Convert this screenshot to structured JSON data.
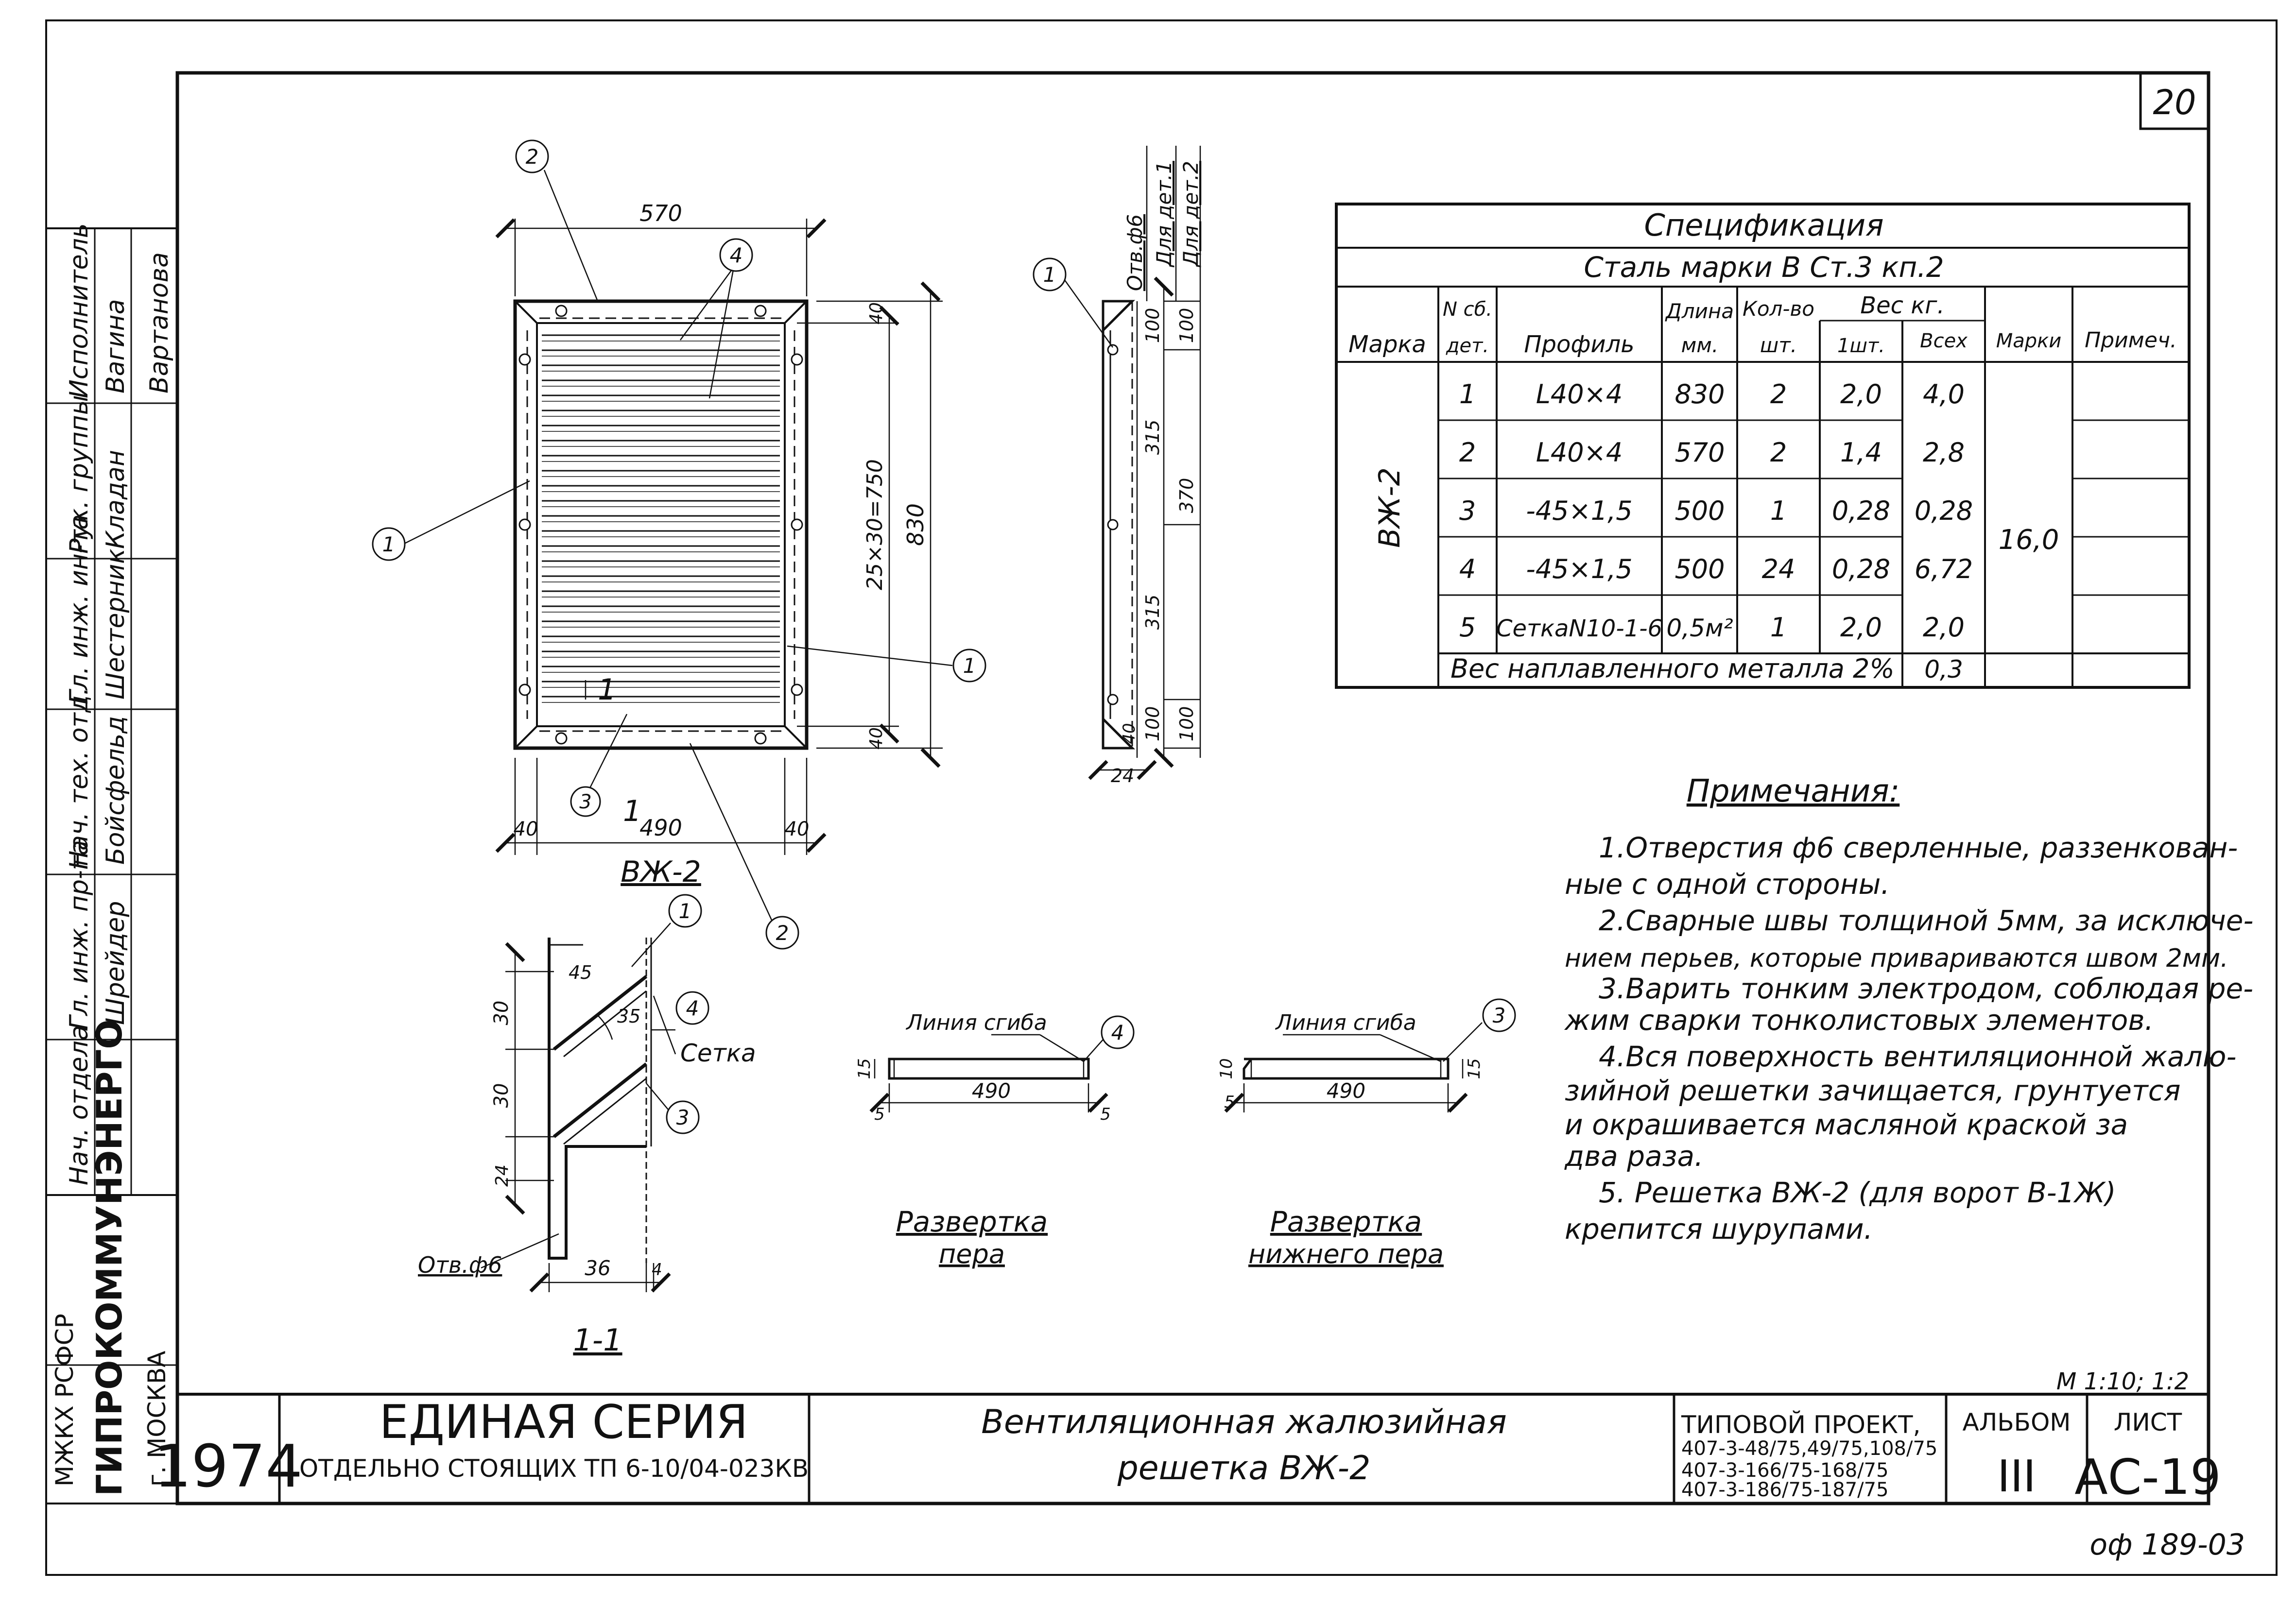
{
  "sheet_number": "20",
  "corner_code": "оф 189-03",
  "scale_note": "М 1:10; 1:2",
  "spec": {
    "title": "Спецификация",
    "subtitle": "Сталь марки В Ст.3 кп.2",
    "h_mark": "Марка",
    "h_no_1": "N сб.",
    "h_no_2": "дет.",
    "h_profile": "Профиль",
    "h_length_1": "Длина",
    "h_length_2": "мм.",
    "h_qty_1": "Кол-во",
    "h_qty_2": "шт.",
    "h_weight": "Вес кг.",
    "h_w1": "1шт.",
    "h_wall": "Всех",
    "h_wmark": "Марки",
    "h_note": "Примеч.",
    "mark": "ВЖ-2",
    "mark_weight": "16,0",
    "rows": [
      {
        "no": "1",
        "profile": "L40×4",
        "length": "830",
        "qty": "2",
        "w1": "2,0",
        "wall": "4,0"
      },
      {
        "no": "2",
        "profile": "L40×4",
        "length": "570",
        "qty": "2",
        "w1": "1,4",
        "wall": "2,8"
      },
      {
        "no": "3",
        "profile": "-45×1,5",
        "length": "500",
        "qty": "1",
        "w1": "0,28",
        "wall": "0,28"
      },
      {
        "no": "4",
        "profile": "-45×1,5",
        "length": "500",
        "qty": "24",
        "w1": "0,28",
        "wall": "6,72"
      },
      {
        "no": "5",
        "profile": "СеткаN10-1-6",
        "length": "0,5м²",
        "qty": "1",
        "w1": "2,0",
        "wall": "2,0"
      }
    ],
    "weld_label": "Вес наплавленного металла 2%",
    "weld_value": "0,3"
  },
  "notes": {
    "title": "Примечания:",
    "lines": [
      "1.Отверстия ф6 сверленные, раззенкован-",
      "ные с одной стороны.",
      "2.Сварные швы толщиной 5мм, за исключе-",
      "нием перьев, которые привариваются швом 2мм.",
      "3.Варить тонким электродом, соблюдая ре-",
      "жим сварки тонколистовых элементов.",
      "4.Вся поверхность вентиляционной жалю-",
      "зийной решетки зачищается, грунтуется",
      "и окрашивается масляной краской за",
      "два раза.",
      "5. Решетка ВЖ-2 (для ворот В-1Ж)",
      "крепится шурупами."
    ]
  },
  "drawing_main": {
    "caption": "ВЖ-2",
    "dim_width": "570",
    "dim_height": "830",
    "dim_slats": "25×30=750",
    "dim_40": "40",
    "dim_left": "40",
    "dim_mid": "490",
    "dim_right": "40",
    "callout_1": "1",
    "callout_2": "2",
    "callout_3": "3",
    "callout_4": "4",
    "section_mark": "1"
  },
  "drawing_side": {
    "hole": "Отв.ф6",
    "det1": "Для дет.1",
    "det2": "Для дет.2",
    "d100": "100",
    "d315": "315",
    "d370": "370",
    "d40": "40",
    "d24": "24",
    "callout_1": "1"
  },
  "section": {
    "caption": "1-1",
    "label_setka": "Сетка",
    "hole": "Отв.ф6",
    "d30": "30",
    "d24": "24",
    "d36": "36",
    "d4": "4",
    "angle45": "45",
    "angle35": "35",
    "callout_1": "1",
    "callout_3": "3",
    "callout_4": "4"
  },
  "unfold_pen": {
    "fold_line": "Линия сгиба",
    "dim_490": "490",
    "dim_5a": "5",
    "dim_5b": "5",
    "dim_15": "15",
    "caption_1": "Развертка",
    "caption_2": "пера",
    "callout": "4"
  },
  "unfold_lower": {
    "fold_line": "Линия сгиба",
    "dim_490": "490",
    "dim_5": "5",
    "dim_10": "10",
    "dim_15": "15",
    "caption_1": "Развертка",
    "caption_2": "нижнего пера",
    "callout": "3"
  },
  "stamp": {
    "org_1": "МЖКХ РСФСР",
    "org_2": "ГИПРОКОММУНЭНЕРГО",
    "org_3": "г. МОСКВА",
    "year": "1974",
    "series_1": "ЕДИНАЯ СЕРИЯ",
    "series_2": "ОТДЕЛЬНО СТОЯЩИХ ТП 6-10/04-023КВ",
    "title_1": "Вентиляционная жалюзийная",
    "title_2": "решетка ВЖ-2",
    "project_label": "ТИПОВОЙ ПРОЕКТ,",
    "project_1": "407-3-48/75,49/75,108/75",
    "project_2": "407-3-166/75-168/75",
    "project_3": "407-3-186/75-187/75",
    "album_label": "АЛЬБОМ",
    "album": "III",
    "sheet_label": "ЛИСТ",
    "sheet": "АС-19",
    "roles": [
      "Нач. отдела",
      "Гл. инж. пр-та",
      "Нач. тех. отд.",
      "Гл. инж. ин-та",
      "Рук. группы",
      "Исполнитель"
    ],
    "names": [
      "Шрейдер",
      "Бойсфельд",
      "Шестерник",
      "Кладан",
      "Вагина",
      "Вартанова"
    ]
  }
}
